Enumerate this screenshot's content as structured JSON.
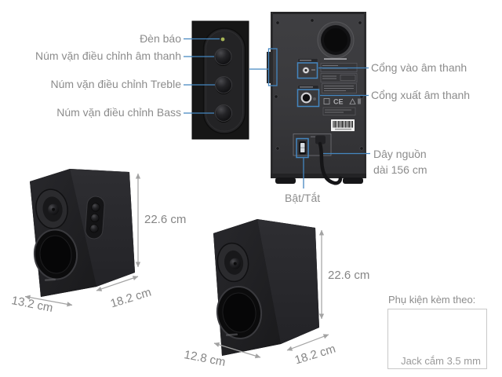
{
  "knob_panel": {
    "labels": [
      "Đèn báo",
      "Núm vặn điều chỉnh âm thanh",
      "Núm vặn điều chỉnh Treble",
      "Núm vặn điều chỉnh Bass"
    ]
  },
  "back_panel": {
    "audio_in": "Cổng vào âm thanh",
    "audio_out": "Cổng xuất âm thanh",
    "power_cord_line1": "Dây nguồn",
    "power_cord_line2": "dài 156 cm",
    "power_switch": "Bật/Tắt",
    "ce_mark": "CE"
  },
  "speakers": {
    "active": {
      "height": "22.6 cm",
      "depth": "18.2 cm",
      "width": "13.2 cm"
    },
    "passive": {
      "height": "22.6 cm",
      "depth": "18.2 cm",
      "width": "12.8 cm"
    }
  },
  "accessory": {
    "title": "Phụ kiện kèm theo:",
    "item": "Jack cắm 3.5 mm"
  },
  "colors": {
    "accent_blue": "#4486c0",
    "label_gray": "#8c8c8c",
    "dimension_gray": "#858585",
    "arrow_gray": "#a2a2a2",
    "led_green": "#a6b556",
    "jack_green": "#8fd8bd"
  }
}
